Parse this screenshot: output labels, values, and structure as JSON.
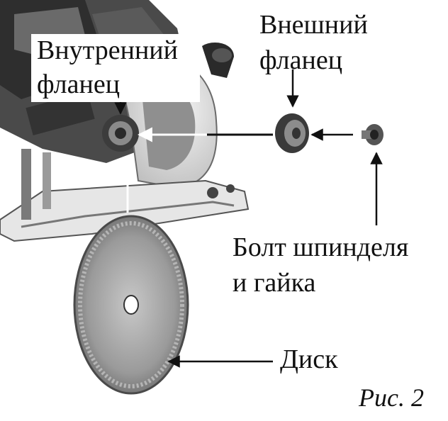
{
  "labels": {
    "inner_flange_line1": "Внутренний",
    "inner_flange_line2": "фланец",
    "outer_flange_line1": "Внешний",
    "outer_flange_line2": "фланец",
    "spindle_bolt_line1": "Болт шпинделя",
    "spindle_bolt_line2": "и гайка",
    "disc": "Диск",
    "figure": "Рис. 2"
  },
  "colors": {
    "ink": "#111111",
    "machine_dark": "#3a3a3a",
    "machine_mid": "#8a8a8a",
    "machine_light": "#d8d8d8",
    "blade": "#9a9a9a"
  }
}
